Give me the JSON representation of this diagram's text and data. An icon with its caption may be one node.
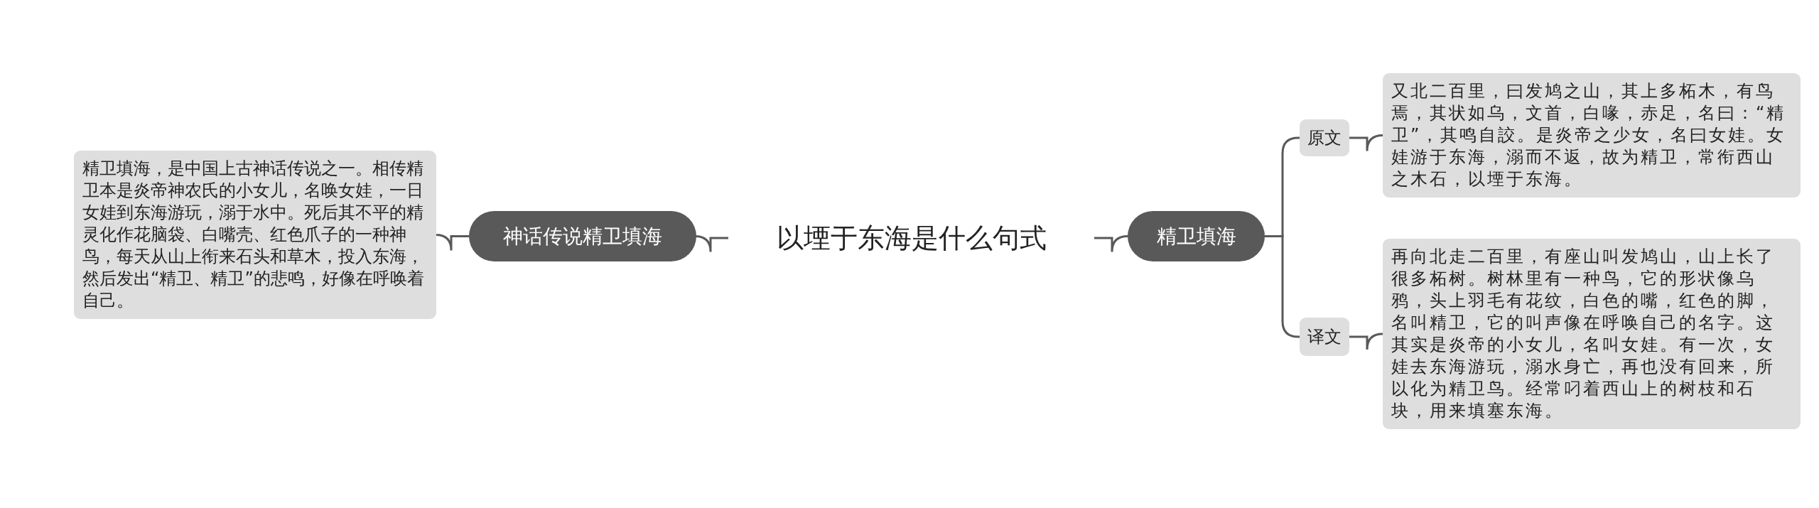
{
  "diagram": {
    "nodes": [
      {
        "text": [
          "以堙于东海是什么句式"
        ]
      },
      {
        "text": [
          "神话传说精卫填海"
        ]
      },
      {
        "text": [
          "精卫填海，是中国上古神话传说之一。相传精卫本是炎帝神农氏的小女儿，名唤女娃，一日女娃到东海游玩，溺于水中。死后其不平的精灵化作花脑袋、白嘴壳、红色爪子的一种神鸟，每天从山上衔来石头和草木，投入东海，然后发出“精卫、精卫”的悲鸣，好像在呼唤着自己。"
        ]
      },
      {
        "text": [
          "精卫填海"
        ]
      },
      {
        "text": [
          "原文"
        ]
      },
      {
        "text": [
          "又北二百里，曰发鸠之山，其上多柘木，有鸟焉，其状如乌，文首，白喙，赤足，名曰：“精卫”，其鸣自詨。是炎帝之少女，名曰女娃。女娃游于东海，溺而不返，故为精卫，常衔西山之木石，以堙于东海。"
        ]
      },
      {
        "text": [
          "译文"
        ]
      },
      {
        "text": [
          "再向北走二百里，有座山叫发鸠山，山上长了很多柘树。树林里有一种鸟，它的形状像乌鸦，头上羽毛有花纹，白色的嘴，红色的脚，名叫精卫，它的叫声像在呼唤自己的名字。这其实是炎帝的小女儿，名叫女娃。有一次，女娃去东海游玩，溺水身亡，再也没有回来，所以化为精卫鸟。经常叼着西山上的树枝和石块，用来填塞东海。"
        ]
      }
    ],
    "edges": [
      {
        "from": 0,
        "to": 1,
        "arrow": "none"
      },
      {
        "from": 1,
        "to": 2,
        "arrow": "none"
      },
      {
        "from": 0,
        "to": 3,
        "arrow": "none"
      },
      {
        "from": 3,
        "to": 4,
        "arrow": "none"
      },
      {
        "from": 3,
        "to": 6,
        "arrow": "none"
      },
      {
        "from": 4,
        "to": 5,
        "arrow": "none"
      },
      {
        "from": 6,
        "to": 7,
        "arrow": "none"
      }
    ]
  }
}
